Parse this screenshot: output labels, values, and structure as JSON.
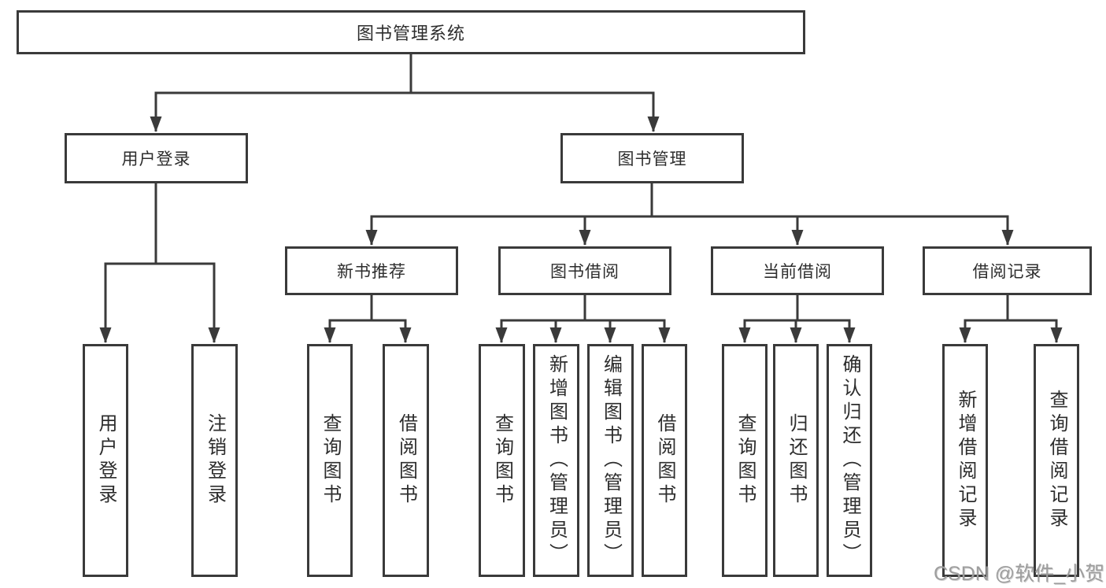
{
  "diagram": {
    "root": {
      "label": "图书管理系统"
    },
    "groups": [
      {
        "label": "用户登录",
        "leaves": [
          {
            "label": "用户登录"
          },
          {
            "label": "注销登录"
          }
        ]
      },
      {
        "label": "图书管理",
        "sections": [
          {
            "label": "新书推荐",
            "leaves": [
              {
                "label": "查询图书"
              },
              {
                "label": "借阅图书"
              }
            ]
          },
          {
            "label": "图书借阅",
            "leaves": [
              {
                "label": "查询图书"
              },
              {
                "label": "新增图书（管理员）"
              },
              {
                "label": "编辑图书（管理员）"
              },
              {
                "label": "借阅图书"
              }
            ]
          },
          {
            "label": "当前借阅",
            "leaves": [
              {
                "label": "查询图书"
              },
              {
                "label": "归还图书"
              },
              {
                "label": "确认归还（管理员）"
              }
            ]
          },
          {
            "label": "借阅记录",
            "leaves": [
              {
                "label": "新增借阅记录"
              },
              {
                "label": "查询借阅记录"
              }
            ]
          }
        ]
      }
    ]
  },
  "watermark": {
    "text": "CSDN @软件_小贺同学"
  },
  "colors": {
    "line": "#3a3a3a",
    "text": "#2d2d2d",
    "watermark": "#9e9e9e",
    "background": "#ffffff"
  }
}
